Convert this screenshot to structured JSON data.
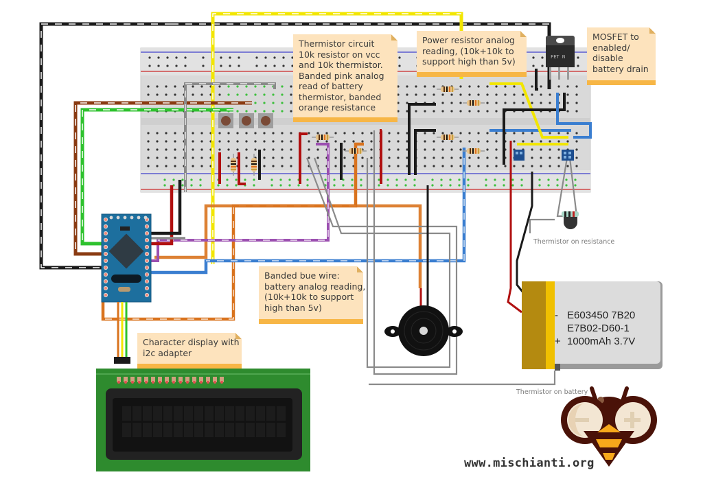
{
  "diagram": {
    "type": "wiring-schematic",
    "components": {
      "breadboard": "breadboard",
      "microcontroller": "arduino-pro-mini",
      "display": "16x2-character-lcd",
      "buzzer": "piezo-buzzer",
      "mosfet": {
        "marking": "FET N"
      },
      "battery": {
        "lines": [
          "E603450 7B20",
          "E7B02-D60-1",
          "1000mAh 3.7V"
        ],
        "polarity_minus": "-",
        "polarity_plus": "+"
      },
      "pushbuttons": 3
    },
    "notes": {
      "thermistor_circuit": [
        "Thermistor circuit",
        "10k resistor on vcc",
        "and 10k thermistor.",
        "Banded pink analog",
        "read of battery",
        "thermistor, banded",
        "orange resistance"
      ],
      "power_resistor": [
        "Power resistor analog",
        "reading, (10k+10k to",
        "support high than 5v)"
      ],
      "mosfet": [
        "MOSFET to",
        "enabled/",
        "disable",
        "battery drain"
      ],
      "blue_wire": [
        "Banded bue wire:",
        "battery analog reading,",
        "(10k+10k to support",
        "high than 5v)"
      ],
      "display": [
        "Character display with",
        "i2c adapter"
      ]
    },
    "captions": {
      "thermistor_resistance": "Thermistor on resistance",
      "thermistor_battery": "Thermistor on battery"
    },
    "watermark": "www.mischianti.org",
    "logo": {
      "minus": "−",
      "plus": "+"
    },
    "colors": {
      "note_bg": "#fde3bd",
      "note_accent": "#f7b646",
      "wire_black": "#1a1a1a",
      "wire_yellow": "#f2e600",
      "wire_red": "#b01010",
      "wire_green": "#2ec22e",
      "wire_brown": "#8a3b12",
      "wire_blue": "#3a7ed0",
      "wire_orange": "#d9731e",
      "wire_purple": "#9b4fb0",
      "wire_gray": "#8a8a8a",
      "arduino_blue": "#1d6f9e",
      "lcd_green": "#2e8b2e",
      "battery_yellow": "#f0c000",
      "bee_brown": "#4a1208",
      "bee_yellow": "#f7a81b"
    }
  }
}
